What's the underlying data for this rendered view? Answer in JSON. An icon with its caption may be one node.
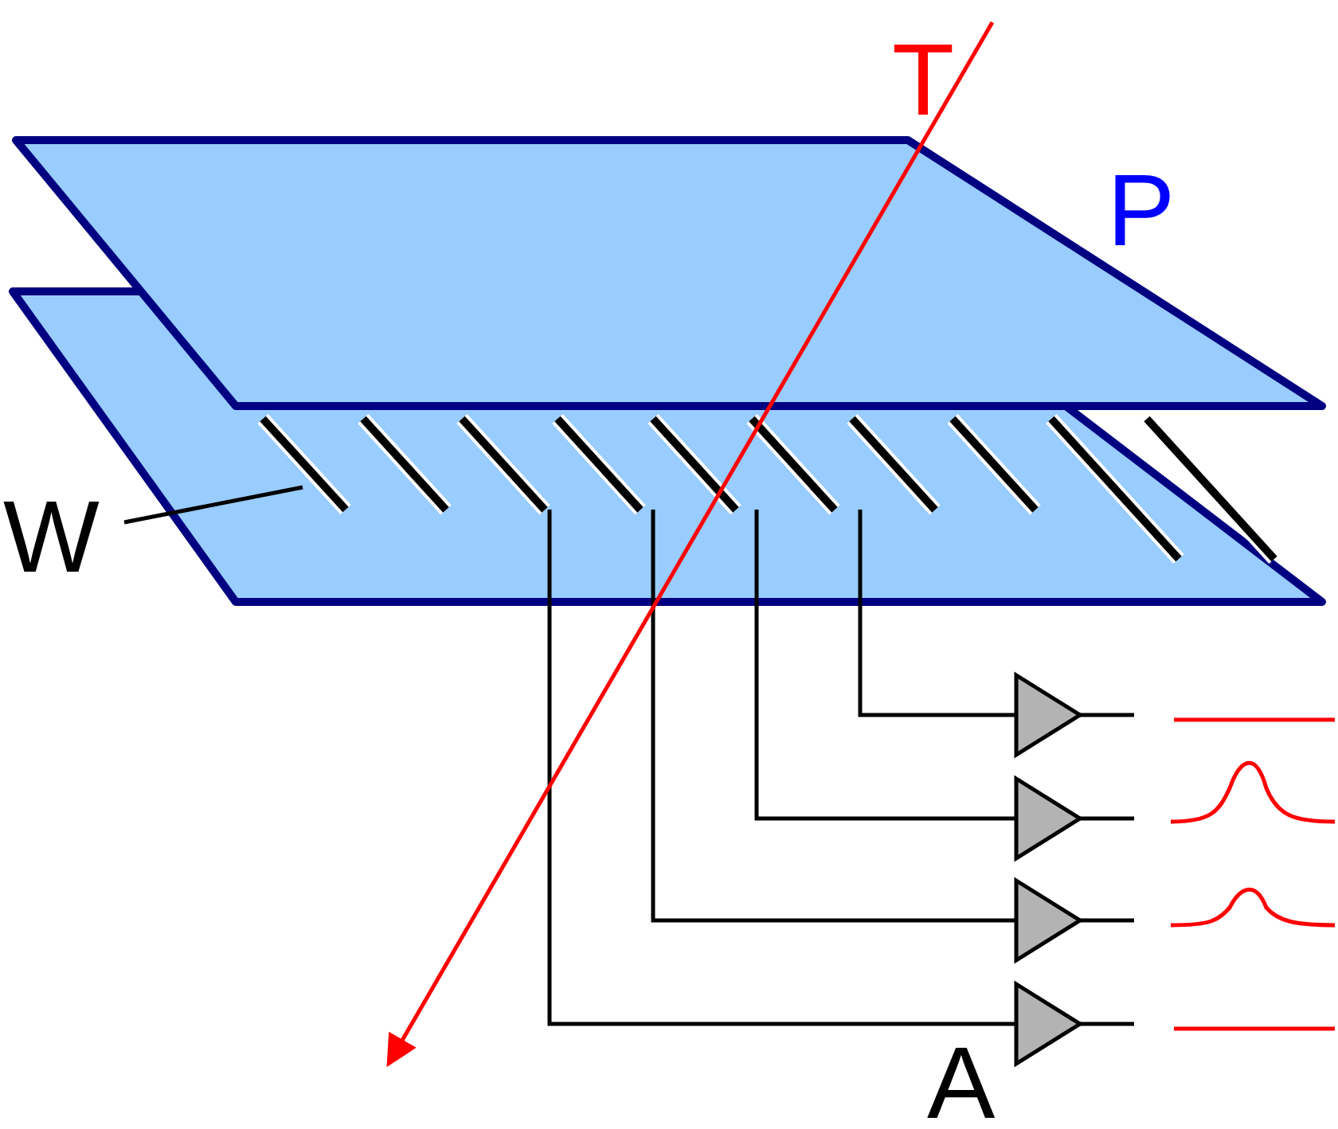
{
  "diagram": {
    "nodes": [
      {
        "text": [
          "W"
        ]
      },
      {
        "text": [],
        "shape": "bar"
      }
    ],
    "edges": [
      {
        "from": 0,
        "to": 1,
        "arrow": "none"
      }
    ],
    "labels": [
      "T",
      "P",
      "A"
    ]
  }
}
